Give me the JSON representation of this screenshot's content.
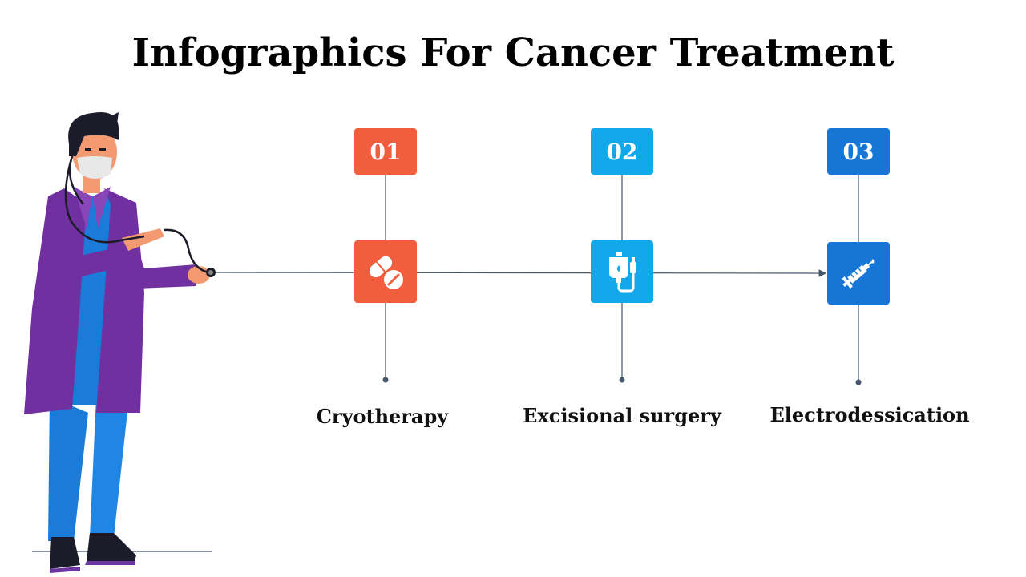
{
  "title": "Infographics For Cancer Treatment",
  "colors": {
    "step1": "#f25e3d",
    "step2": "#12a8ea",
    "step3": "#1576d6",
    "connector": "#44546a"
  },
  "steps": [
    {
      "number": "01",
      "label": "Cryotherapy",
      "icon": "pills-icon"
    },
    {
      "number": "02",
      "label": "Excisional surgery",
      "icon": "iv-drip-icon"
    },
    {
      "number": "03",
      "label": "Electrodessication",
      "icon": "syringe-icon"
    }
  ]
}
